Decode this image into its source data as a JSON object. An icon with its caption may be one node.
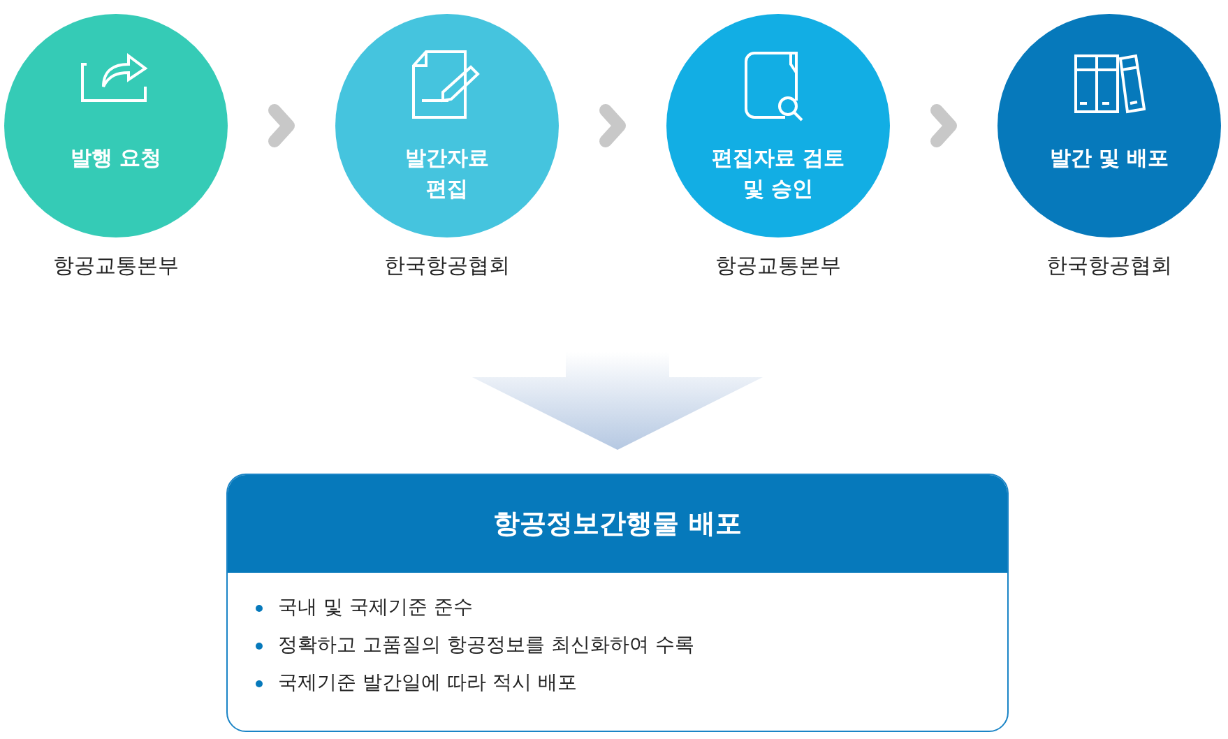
{
  "diagram": {
    "nodes": [
      {
        "text": [
          "발행 요청"
        ],
        "beside": [
          "항공교통본부"
        ]
      },
      {
        "text": [
          "발간자료 편집"
        ],
        "beside": [
          "한국항공협회"
        ]
      },
      {
        "text": [
          "편집자료 검토 및 승인"
        ],
        "beside": [
          "항공교통본부"
        ]
      },
      {
        "text": [
          "발간 및 배포"
        ],
        "beside": [
          "한국항공협회"
        ]
      },
      {
        "text": [
          "항공정보간행물 배포",
          "국내 및 국제기준 준수",
          "정확하고 고품질의 항공정보를 최신화하여 수록",
          "국제기준 발간일에 따라 적시 배포"
        ]
      }
    ],
    "edges": [
      {
        "from": 0,
        "to": 1,
        "arrow": "to"
      },
      {
        "from": 1,
        "to": 2,
        "arrow": "to"
      },
      {
        "from": 2,
        "to": 3,
        "arrow": "to"
      },
      {
        "from": null,
        "to": 4,
        "arrow": "to",
        "style": "thick"
      }
    ]
  }
}
